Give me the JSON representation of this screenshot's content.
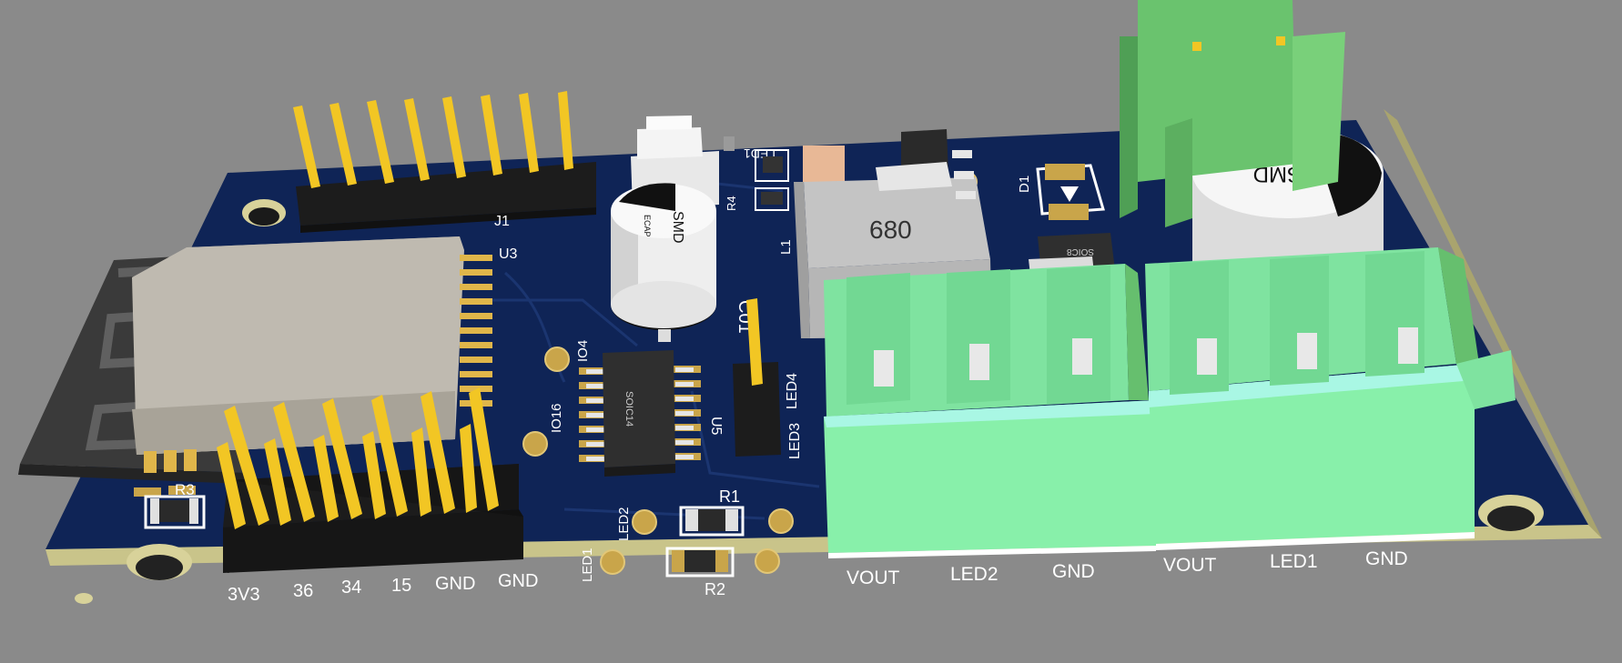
{
  "colors": {
    "background": "#8a8a8a",
    "pcb": "#0f2456",
    "pcb_edge": "#c9c48a",
    "silkscreen": "#ffffff",
    "gold": "#f2c624",
    "header_body": "#1c1c1c",
    "terminal_light": "#7fe3a0",
    "terminal_dark": "#66bf6e",
    "capacitor": "#ececec",
    "module_shield": "#bfbab0",
    "inductor": "#c4c4c4",
    "pad": "#c9a54a"
  },
  "labels": {
    "j1": "J1",
    "u3": "U3",
    "u5": "U5",
    "r1": "R1",
    "r2": "R2",
    "r3": "R3",
    "r4": "R4",
    "l1": "L1",
    "d1": "D1",
    "c1": "C01",
    "io4": "IO4",
    "io16": "IO16",
    "led1": "LED1",
    "led2": "LED2",
    "led3": "LED3",
    "led4": "LED4",
    "inductor_value": "680",
    "cap_smd": "SMD",
    "cap_ecap": "ECAP",
    "soic14": "SOIC14",
    "soic8": "SOIC8"
  },
  "header_pins": [
    "3V3",
    "36",
    "34",
    "15",
    "GND",
    "GND"
  ],
  "terminal_a": [
    "VOUT",
    "LED2",
    "GND"
  ],
  "terminal_b": [
    "VOUT",
    "LED1",
    "GND"
  ]
}
